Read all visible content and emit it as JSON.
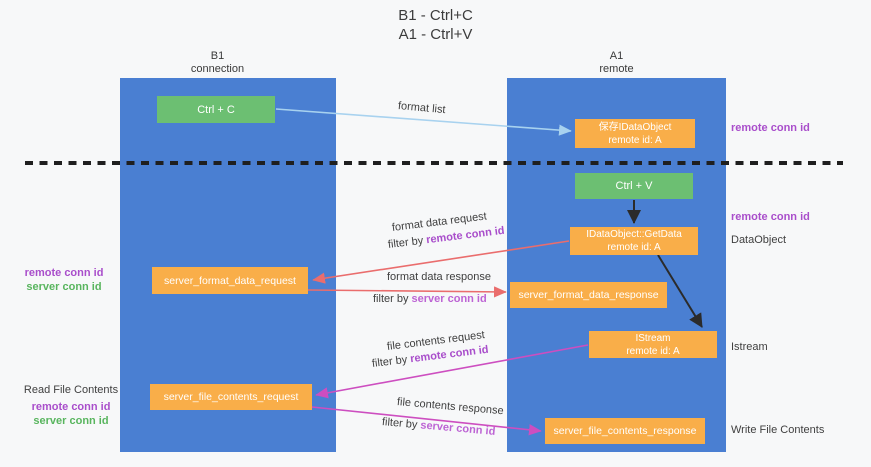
{
  "title": {
    "line1": "B1 - Ctrl+C",
    "line2": "A1 - Ctrl+V"
  },
  "columns": {
    "b1": {
      "name": "B1",
      "subtitle": "connection"
    },
    "a1": {
      "name": "A1",
      "subtitle": "remote"
    }
  },
  "boxes": {
    "ctrl_c": {
      "label": "Ctrl + C"
    },
    "ctrl_v": {
      "label": "Ctrl + V"
    },
    "save_dataobject": {
      "line1": "保存IDataObject",
      "line2": "remote id: A"
    },
    "getdata": {
      "line1": "IDataObject::GetData",
      "line2": "remote id: A"
    },
    "istream": {
      "line1": "IStream",
      "line2": "remote id: A"
    },
    "format_request": {
      "label": "server_format_data_request"
    },
    "format_response": {
      "label": "server_format_data_response"
    },
    "file_request": {
      "label": "server_file_contents_request"
    },
    "file_response": {
      "label": "server_file_contents_response"
    }
  },
  "arrow_labels": {
    "format_list": "format list",
    "format_data_request": "format data request",
    "format_data_response": "format data response",
    "file_contents_request": "file contents request",
    "file_contents_response": "file contents response",
    "filter_by": "filter by ",
    "remote_conn_id": "remote conn id",
    "server_conn_id": "server conn id"
  },
  "side_labels": {
    "remote_conn_id_top": "remote conn id",
    "remote_conn_id_mid": "remote conn id",
    "dataobject": "DataObject",
    "istream": "Istream",
    "write_file_contents": "Write File Contents",
    "read_file_contents": "Read File Contents",
    "left_remote_conn_id": "remote conn id",
    "left_server_conn_id": "server conn id",
    "read_remote_conn_id": "remote conn id",
    "read_server_conn_id": "server conn id"
  },
  "colors": {
    "background": "#f7f8f9",
    "column_blue": "#4a7fd2",
    "box_green": "#6cbf72",
    "box_orange": "#f9ae49",
    "arrow_light_blue": "#a8d2ef",
    "arrow_red": "#ea6d6d",
    "arrow_magenta": "#cd4ec0",
    "arrow_black": "#2b2b2b",
    "dashed_line": "#1f1f1f",
    "text_purple": "#a94ecb",
    "text_purple_light": "#bd64d4",
    "text_green": "#58b55e"
  }
}
